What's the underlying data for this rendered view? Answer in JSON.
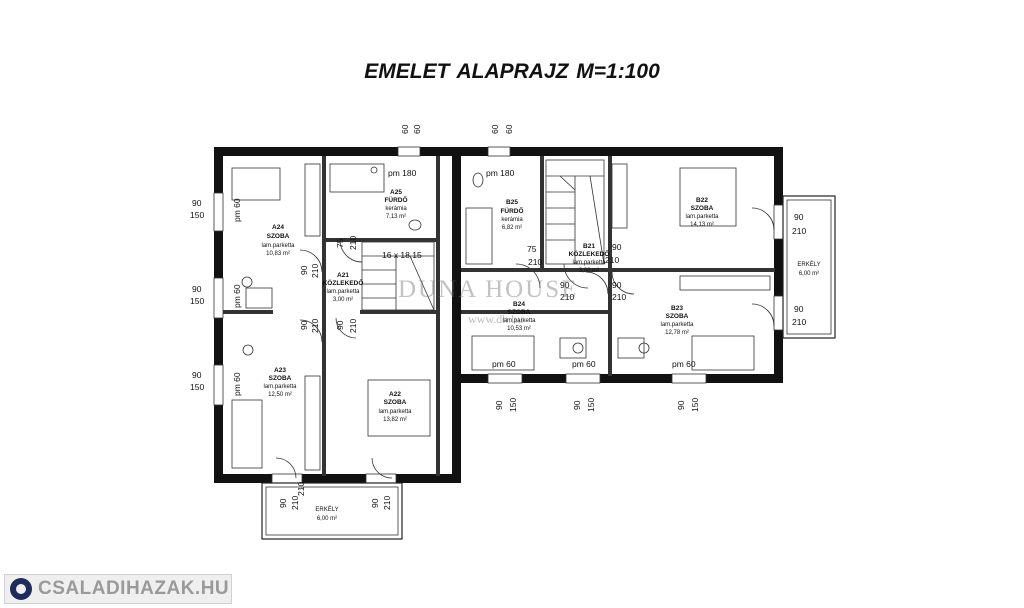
{
  "title": "EMELET ALAPRAJZ   M=1:100",
  "rooms": {
    "a24": {
      "code": "A24",
      "name": "SZOBA",
      "floor": "lam.parketta",
      "area": "10,83 m²"
    },
    "a25": {
      "code": "A25",
      "name": "FÜRDŐ",
      "floor": "kerámia",
      "area": "7,13 m²"
    },
    "a21": {
      "code": "A21",
      "name": "KÖZLEKEDŐ",
      "floor": "lam.parketta",
      "area": "3,00 m²"
    },
    "a23": {
      "code": "A23",
      "name": "SZOBA",
      "floor": "lam.parketta",
      "area": "12,50 m²"
    },
    "a22": {
      "code": "A22",
      "name": "SZOBA",
      "floor": "lam.parketta",
      "area": "13,82 m²"
    },
    "b25": {
      "code": "B25",
      "name": "FÜRDŐ",
      "floor": "kerámia",
      "area": "6,82 m²"
    },
    "b21": {
      "code": "B21",
      "name": "KÖZLEKEDŐ",
      "floor": "lam.parketta",
      "area": "3,00 m²"
    },
    "b22": {
      "code": "B22",
      "name": "SZOBA",
      "floor": "lam.parketta",
      "area": "14,13 m²"
    },
    "b24": {
      "code": "B24",
      "name": "SZOBA",
      "floor": "lam.parketta",
      "area": "10,53 m²"
    },
    "b23": {
      "code": "B23",
      "name": "SZOBA",
      "floor": "lam.parketta",
      "area": "12,78 m²"
    },
    "erkely_bottom": {
      "name": "ERKÉLY",
      "area": "6,00 m²"
    },
    "erkely_right": {
      "name": "ERKÉLY",
      "area": "6,00 m²"
    }
  },
  "dims": {
    "d60": "60",
    "d90": "90",
    "d150": "150",
    "d210": "210",
    "d75": "75",
    "pm60": "pm 60",
    "pm180": "pm 180",
    "stair": "16 x 18,15"
  },
  "watermark": {
    "brand": "DUNA HOUSE",
    "url": "www.dh.hu"
  },
  "site": {
    "label": "CSALADIHAZAK.HU"
  }
}
